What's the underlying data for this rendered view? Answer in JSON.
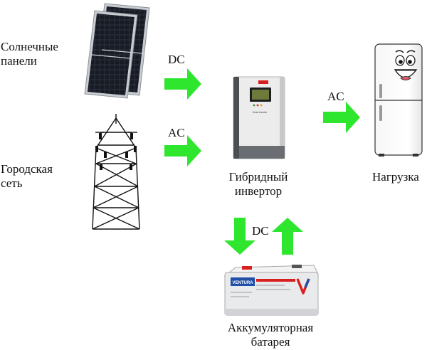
{
  "nodes": {
    "solar": {
      "label": "Солнечные\nпанели"
    },
    "grid": {
      "label": "Городская\nсеть"
    },
    "inverter": {
      "label": "Гибридный\nинвертор",
      "screen_text": "Solar Inverter"
    },
    "load": {
      "label": "Нагрузка"
    },
    "battery": {
      "label": "Аккумуляторная\nбатарея",
      "brand_text": "VENTURA"
    }
  },
  "edges": {
    "solar_to_inverter": {
      "label": "DC"
    },
    "grid_to_inverter": {
      "label": "AC"
    },
    "inverter_to_load": {
      "label": "AC"
    },
    "inverter_battery": {
      "label": "DC"
    }
  },
  "colors": {
    "arrow": "#2ee62e",
    "panel_cell": "#1b1f2a",
    "panel_frame": "#bfc3c8",
    "inverter_body": "#ededed",
    "inverter_side": "#4a4d52",
    "brand_red": "#d92020",
    "battery_body": "#e9eaec",
    "battery_blue": "#1f4fa8"
  }
}
